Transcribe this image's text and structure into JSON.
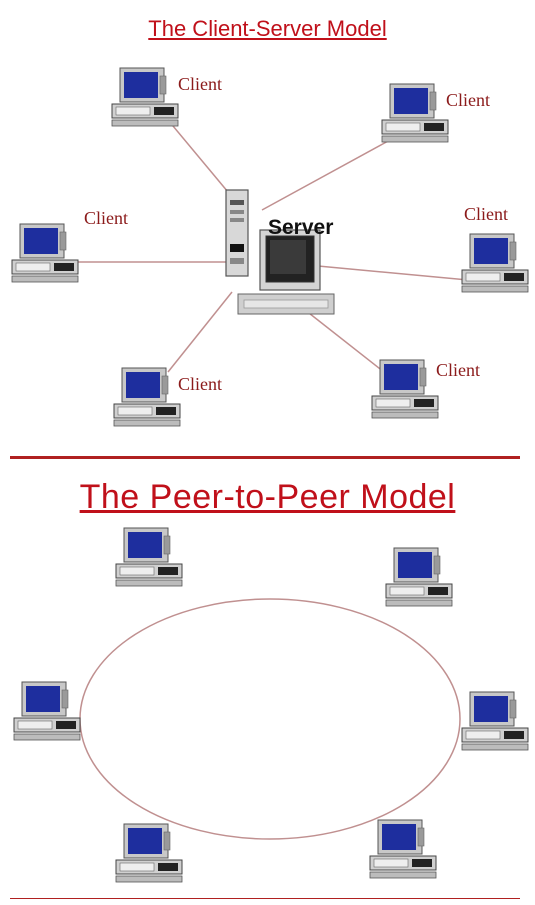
{
  "colors": {
    "title": "#c0101a",
    "label": "#8b1a1a",
    "rule": "#b02020",
    "link": "#c09090",
    "screen": "#1e2e9e",
    "pc_body": "#c8c8c8",
    "server_text": "#111111"
  },
  "icons": {
    "client_pc": "desktop-computer-icon",
    "server_tower": "server-tower-icon",
    "server_monitor": "server-monitor-icon"
  },
  "client_server": {
    "title": "The Client-Server Model",
    "server_label": "Server",
    "clients": [
      {
        "label": "Client"
      },
      {
        "label": "Client"
      },
      {
        "label": "Client"
      },
      {
        "label": "Client"
      },
      {
        "label": "Client"
      },
      {
        "label": "Client"
      }
    ]
  },
  "peer_to_peer": {
    "title": "The Peer-to-Peer Model",
    "peer_count": 6
  }
}
